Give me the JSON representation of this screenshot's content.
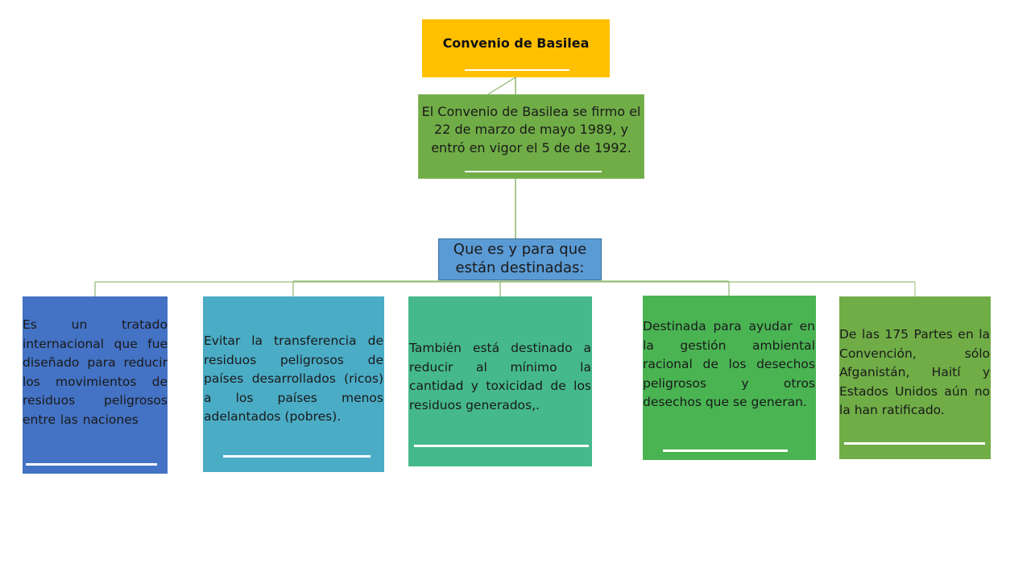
{
  "diagram": {
    "title": "Convenio de Basilea",
    "intro": "El Convenio de Basilea se firmo el 22 de marzo de mayo 1989, y entró en vigor el 5 de de 1992.",
    "question": "Que es y para  que están destinadas:",
    "leaves": [
      {
        "text": "Es un tratado internacional que fue diseñado para reducir los movimientos de residuos peligrosos entre las naciones",
        "color": "#4472C4"
      },
      {
        "text": "Evitar la transferencia de residuos peligrosos de países desarrollados (ricos) a los países menos adelantados  (pobres).",
        "color": "#4BACC6"
      },
      {
        "text": "También está destinado a reducir al mínimo la cantidad y toxicidad de los residuos generados,.",
        "color": "#45B98B"
      },
      {
        "text": "Destinada para ayudar en la gestión ambiental racional de los desechos peligrosos y otros desechos que se generan.",
        "color": "#4AB453"
      },
      {
        "text": "De las 175 Partes en la Convención, sólo Afganistán, Haití y Estados Unidos aún no la han ratificado.",
        "color": "#70AD47"
      }
    ]
  },
  "colors": {
    "title_bg": "#FFC000",
    "intro_bg": "#70AD47",
    "question_bg": "#5B9BD5",
    "connector": "#8DB46E"
  }
}
